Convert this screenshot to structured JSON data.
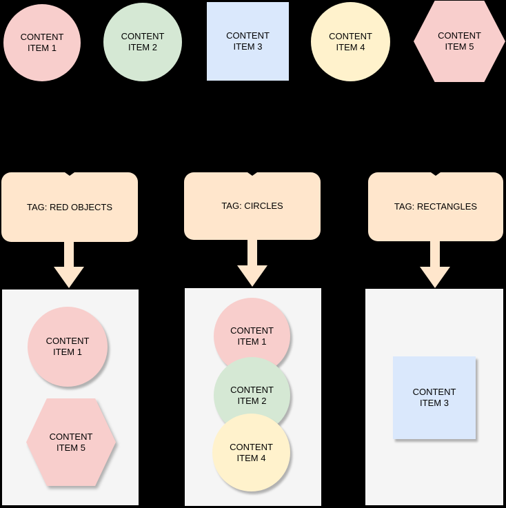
{
  "diagram": {
    "background": "#000000",
    "colors": {
      "pink": "#f8cecc",
      "green": "#d5e8d4",
      "blue": "#dae8fc",
      "yellow": "#fff2cc",
      "peach": "#ffe6cc",
      "container": "#f5f5f5",
      "text": "#000000"
    },
    "content_items": [
      {
        "shape": "circle",
        "color": "pink",
        "line1": "CONTENT",
        "line2": "ITEM 1"
      },
      {
        "shape": "circle",
        "color": "green",
        "line1": "CONTENT",
        "line2": "ITEM 2"
      },
      {
        "shape": "square",
        "color": "blue",
        "line1": "CONTENT",
        "line2": "ITEM 3"
      },
      {
        "shape": "circle",
        "color": "yellow",
        "line1": "CONTENT",
        "line2": "ITEM 4"
      },
      {
        "shape": "hexagon",
        "color": "pink",
        "line1": "CONTENT",
        "line2": "ITEM 5"
      }
    ],
    "tags": [
      {
        "label": "TAG: RED OBJECTS",
        "matched_items": [
          {
            "shape": "circle",
            "color": "pink",
            "line1": "CONTENT",
            "line2": "ITEM 1"
          },
          {
            "shape": "hexagon",
            "color": "pink",
            "line1": "CONTENT",
            "line2": "ITEM 5"
          }
        ]
      },
      {
        "label": "TAG: CIRCLES",
        "matched_items": [
          {
            "shape": "circle",
            "color": "pink",
            "line1": "CONTENT",
            "line2": "ITEM 1"
          },
          {
            "shape": "circle",
            "color": "green",
            "line1": "CONTENT",
            "line2": "ITEM 2"
          },
          {
            "shape": "circle",
            "color": "yellow",
            "line1": "CONTENT",
            "line2": "ITEM 4"
          }
        ]
      },
      {
        "label": "TAG: RECTANGLES",
        "matched_items": [
          {
            "shape": "square",
            "color": "blue",
            "line1": "CONTENT",
            "line2": "ITEM 3"
          }
        ]
      }
    ]
  }
}
